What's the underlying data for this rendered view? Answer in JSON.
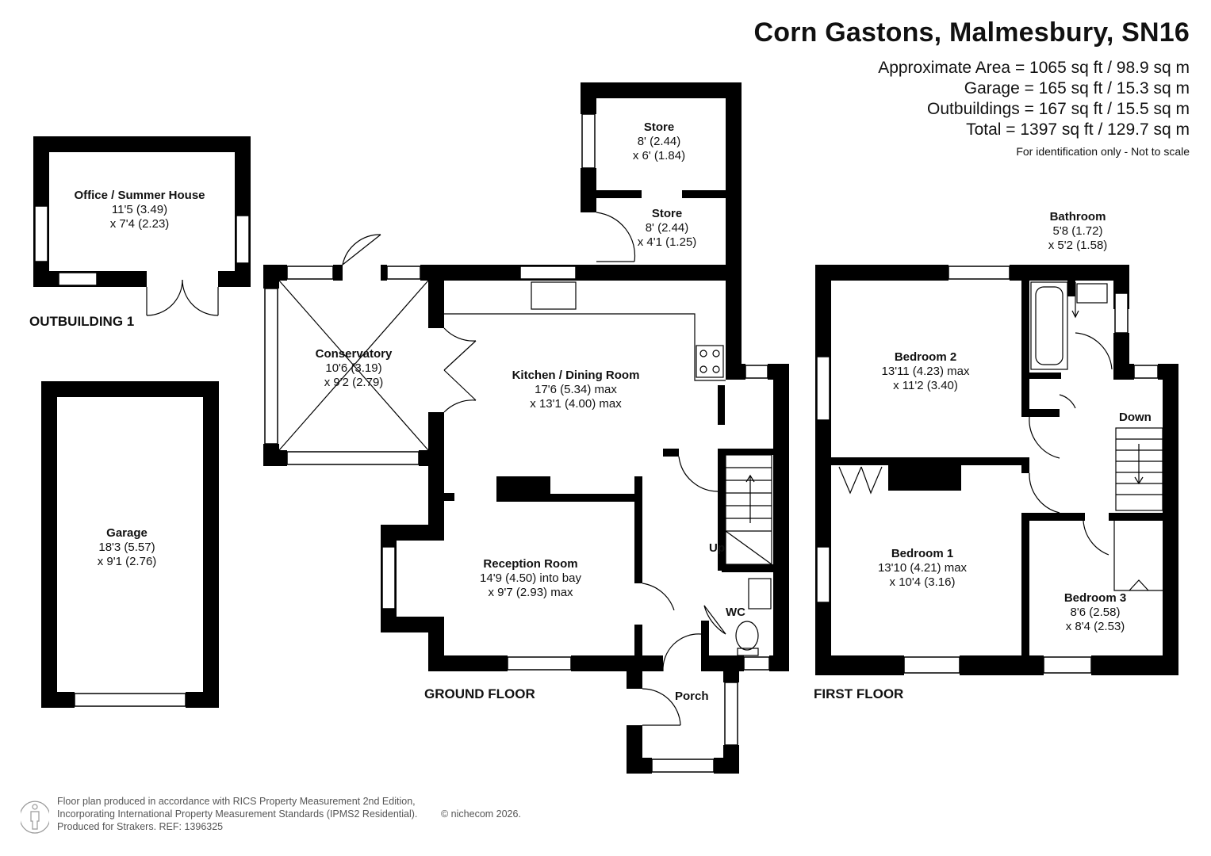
{
  "header": {
    "title": "Corn Gastons, Malmesbury, SN16",
    "areas": [
      "Approximate Area = 1065 sq ft / 98.9 sq m",
      "Garage = 165 sq ft / 15.3 sq m",
      "Outbuildings = 167 sq ft / 15.5 sq m",
      "Total = 1397 sq ft / 129.7 sq m"
    ],
    "note": "For identification only - Not to scale"
  },
  "rooms": {
    "office": {
      "name": "Office / Summer House",
      "dim1": "11'5 (3.49)",
      "dim2": "x 7'4 (2.23)"
    },
    "garage": {
      "name": "Garage",
      "dim1": "18'3 (5.57)",
      "dim2": "x 9'1 (2.76)"
    },
    "conservatory": {
      "name": "Conservatory",
      "dim1": "10'6 (3.19)",
      "dim2": "x 9'2 (2.79)"
    },
    "store1": {
      "name": "Store",
      "dim1": "8' (2.44)",
      "dim2": "x 6' (1.84)"
    },
    "store2": {
      "name": "Store",
      "dim1": "8' (2.44)",
      "dim2": "x 4'1 (1.25)"
    },
    "kitchen": {
      "name": "Kitchen / Dining Room",
      "dim1": "17'6 (5.34) max",
      "dim2": "x 13'1 (4.00) max"
    },
    "reception": {
      "name": "Reception Room",
      "dim1": "14'9 (4.50) into bay",
      "dim2": "x 9'7 (2.93) max"
    },
    "bathroom": {
      "name": "Bathroom",
      "dim1": "5'8 (1.72)",
      "dim2": "x 5'2 (1.58)"
    },
    "bedroom2": {
      "name": "Bedroom 2",
      "dim1": "13'11 (4.23) max",
      "dim2": "x 11'2 (3.40)"
    },
    "bedroom1": {
      "name": "Bedroom 1",
      "dim1": "13'10 (4.21) max",
      "dim2": "x 10'4 (3.16)"
    },
    "bedroom3": {
      "name": "Bedroom 3",
      "dim1": "8'6 (2.58)",
      "dim2": "x 8'4 (2.53)"
    }
  },
  "tags": {
    "wc": "WC",
    "porch": "Porch",
    "up": "Up",
    "down": "Down"
  },
  "floors": {
    "outbuilding": "OUTBUILDING 1",
    "ground": "GROUND FLOOR",
    "first": "FIRST FLOOR"
  },
  "footer": {
    "line1": "Floor plan produced in accordance with RICS Property Measurement 2nd Edition,",
    "line2": "Incorporating International Property Measurement Standards (IPMS2 Residential).",
    "line3": "Produced for Strakers.   REF: 1396325",
    "copyright": "© nichecom 2026."
  },
  "colors": {
    "wall": "#000000",
    "background": "#ffffff"
  }
}
